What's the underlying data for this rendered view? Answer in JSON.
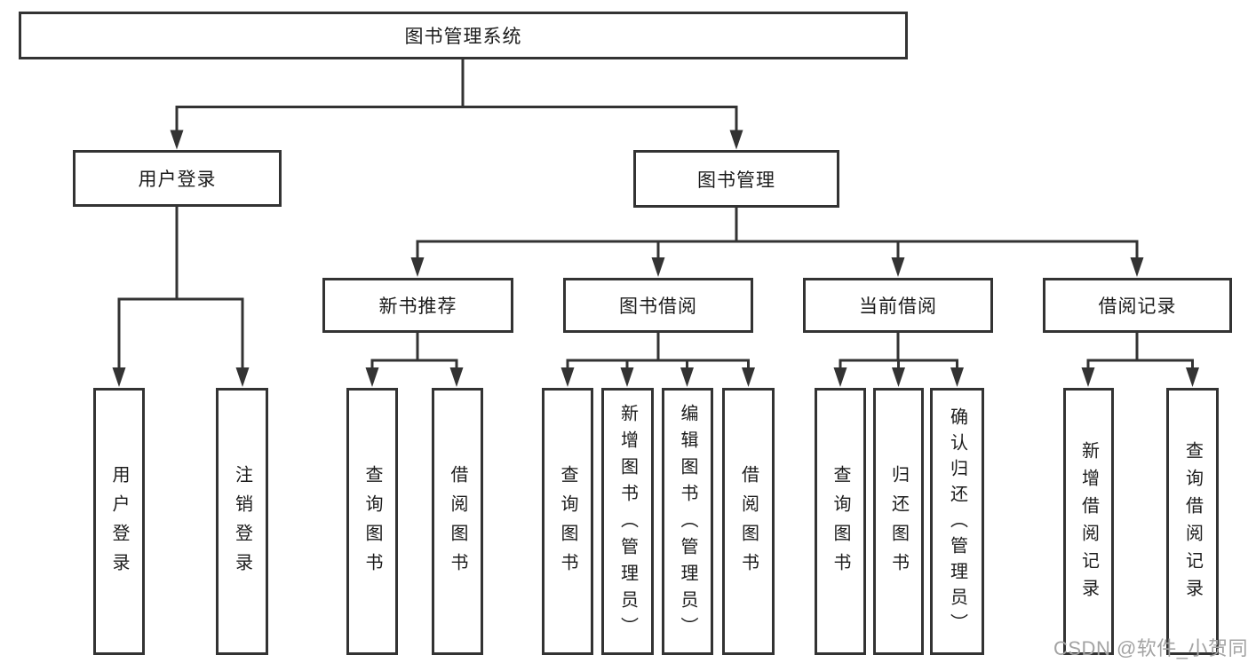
{
  "diagram": {
    "title_node": {
      "label": "图书管理系统"
    },
    "level2": [
      {
        "id": "user-login",
        "label": "用户登录"
      },
      {
        "id": "book-management",
        "label": "图书管理"
      }
    ],
    "level3": [
      {
        "id": "new-book-recommendation",
        "parent": "图书管理",
        "label": "新书推荐"
      },
      {
        "id": "book-borrowing",
        "parent": "图书管理",
        "label": "图书借阅"
      },
      {
        "id": "current-borrowing",
        "parent": "图书管理",
        "label": "当前借阅"
      },
      {
        "id": "borrowing-records",
        "parent": "图书管理",
        "label": "借阅记录"
      }
    ],
    "leaves": [
      {
        "parent": "用户登录",
        "label": "用户登录"
      },
      {
        "parent": "用户登录",
        "label": "注销登录"
      },
      {
        "parent": "新书推荐",
        "label": "查询图书"
      },
      {
        "parent": "新书推荐",
        "label": "借阅图书"
      },
      {
        "parent": "图书借阅",
        "label": "查询图书"
      },
      {
        "parent": "图书借阅",
        "label": "新增图书（管理员）"
      },
      {
        "parent": "图书借阅",
        "label": "编辑图书（管理员）"
      },
      {
        "parent": "图书借阅",
        "label": "借阅图书"
      },
      {
        "parent": "当前借阅",
        "label": "查询图书"
      },
      {
        "parent": "当前借阅",
        "label": "归还图书"
      },
      {
        "parent": "当前借阅",
        "label": "确认归还（管理员）"
      },
      {
        "parent": "借阅记录",
        "label": "新增借阅记录"
      },
      {
        "parent": "借阅记录",
        "label": "查询借阅记录"
      }
    ]
  },
  "watermark": {
    "text": "CSDN @软件_小贺同学",
    "color": "#a3a3a3"
  },
  "colors": {
    "line": "#333333",
    "box_border": "#333333",
    "box_background": "#ffffff",
    "text": "#1c1c1c",
    "page_background": "#ffffff"
  }
}
